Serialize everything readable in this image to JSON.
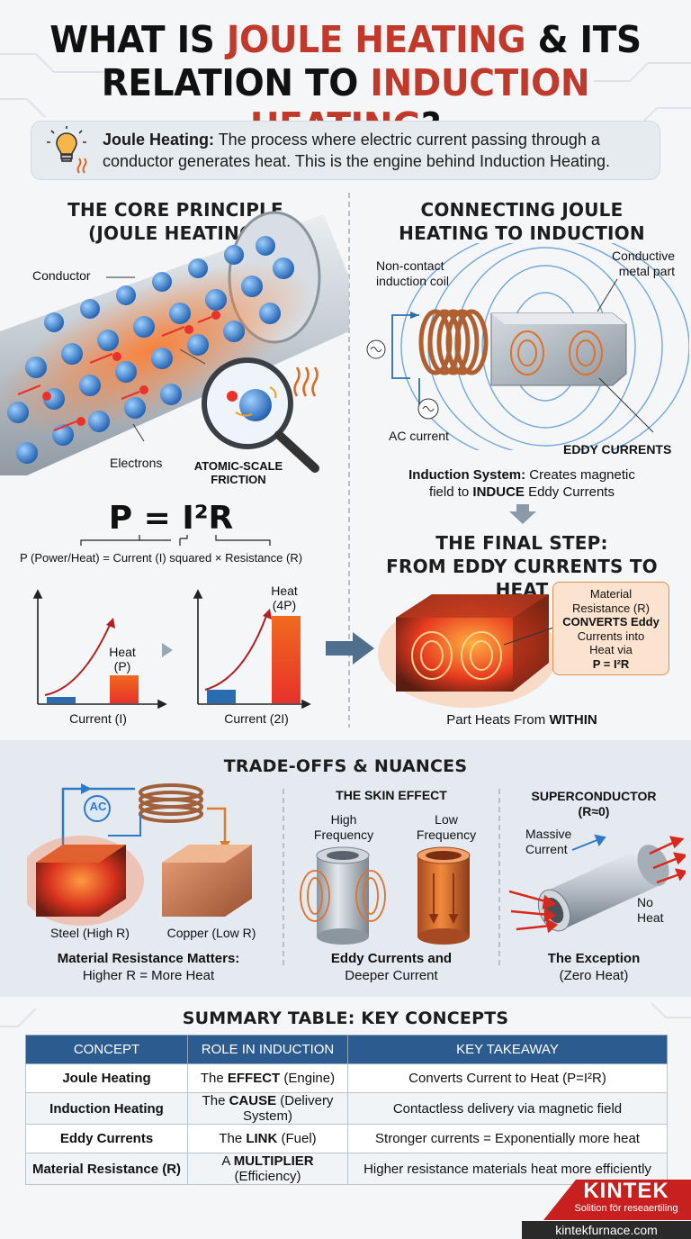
{
  "header": {
    "title_part1": "WHAT IS ",
    "title_part2": "JOULE HEATING",
    "title_part3": " & ITS",
    "title_part4": "RELATION TO ",
    "title_part5": "INDUCTION HEATING",
    "title_part6": "?"
  },
  "definition": {
    "term": "Joule Heating:",
    "text": " The process where electric current passing through a conductor generates heat. This is the engine behind Induction Heating."
  },
  "core": {
    "heading_line1": "THE CORE PRINCIPLE",
    "heading_line2": "(JOULE HEATING)",
    "conductor_label": "Conductor",
    "electrons_label": "Electrons",
    "friction_line1": "ATOMIC-SCALE",
    "friction_line2": "FRICTION",
    "formula": "P = I²R",
    "formula_caption": "P (Power/Heat) = Current (I) squared × Resistance (R)",
    "chart1": {
      "heat_line1": "Heat",
      "heat_line2": "(P)",
      "xlabel": "Current (I)"
    },
    "chart2": {
      "heat_line1": "Heat",
      "heat_line2": "(4P)",
      "xlabel": "Current (2I)"
    }
  },
  "induction": {
    "heading_line1": "CONNECTING JOULE",
    "heading_line2": "HEATING TO INDUCTION",
    "coil_line1": "Non-contact",
    "coil_line2": "induction coil",
    "part_line1": "Conductive",
    "part_line2": "metal part",
    "ac_label": "AC current",
    "eddy_label": "EDDY CURRENTS",
    "system_bold1": "Induction System:",
    "system_text1": " Creates magnetic",
    "system_text2": "field to ",
    "system_bold2": "INDUCE",
    "system_text3": " Eddy Currents"
  },
  "final": {
    "heading_line1": "THE FINAL STEP:",
    "heading_line2": "FROM EDDY CURRENTS TO HEAT",
    "box_line1": "Material",
    "box_line2": "Resistance (R)",
    "box_line3": "CONVERTS Eddy",
    "box_line4": "Currents into",
    "box_line5": "Heat via",
    "box_line6": "P = I²R",
    "caption": "Part Heats From ",
    "caption_bold": "WITHIN"
  },
  "tradeoffs": {
    "heading": "TRADE-OFFS & NUANCES",
    "ac_badge": "AC",
    "steel_label": "Steel (High R)",
    "copper_label": "Copper (Low R)",
    "resistance_bold": "Material Resistance Matters:",
    "resistance_text": "Higher R = More Heat",
    "skin_heading": "THE SKIN EFFECT",
    "high_line1": "High",
    "high_line2": "Frequency",
    "low_line1": "Low",
    "low_line2": "Frequency",
    "skin_bold": "Eddy Currents and",
    "skin_text": "Deeper Current",
    "super_heading_line1": "SUPERCONDUCTOR",
    "super_heading_line2": "(R≈0)",
    "massive_line1": "Massive",
    "massive_line2": "Current",
    "noheat_line1": "No",
    "noheat_line2": "Heat",
    "super_bold": "The Exception",
    "super_text": "(Zero Heat)"
  },
  "summary": {
    "heading": "SUMMARY TABLE: KEY CONCEPTS",
    "columns": [
      "CONCEPT",
      "ROLE IN INDUCTION",
      "KEY TAKEAWAY"
    ],
    "rows": [
      {
        "concept": "Joule Heating",
        "role_pre": "The ",
        "role_bold": "EFFECT",
        "role_post": " (Engine)",
        "takeaway": "Converts Current to Heat (P=I²R)"
      },
      {
        "concept": "Induction Heating",
        "role_pre": "The ",
        "role_bold": "CAUSE",
        "role_post": " (Delivery System)",
        "takeaway": "Contactless delivery via magnetic field"
      },
      {
        "concept": "Eddy Currents",
        "role_pre": "The ",
        "role_bold": "LINK",
        "role_post": " (Fuel)",
        "takeaway": "Stronger currents = Exponentially more heat"
      },
      {
        "concept": "Material Resistance (R)",
        "role_pre": "A ",
        "role_bold": "MULTIPLIER",
        "role_post": " (Efficiency)",
        "takeaway": "Higher resistance materials heat more efficiently"
      }
    ]
  },
  "brand": {
    "name": "KINTEK",
    "tagline": "Solition för reseaertiling",
    "url": "kintekfurnace.com"
  },
  "colors": {
    "accent_red": "#c0392b",
    "table_header": "#2b5b8f",
    "brand_red": "#c8201f"
  }
}
